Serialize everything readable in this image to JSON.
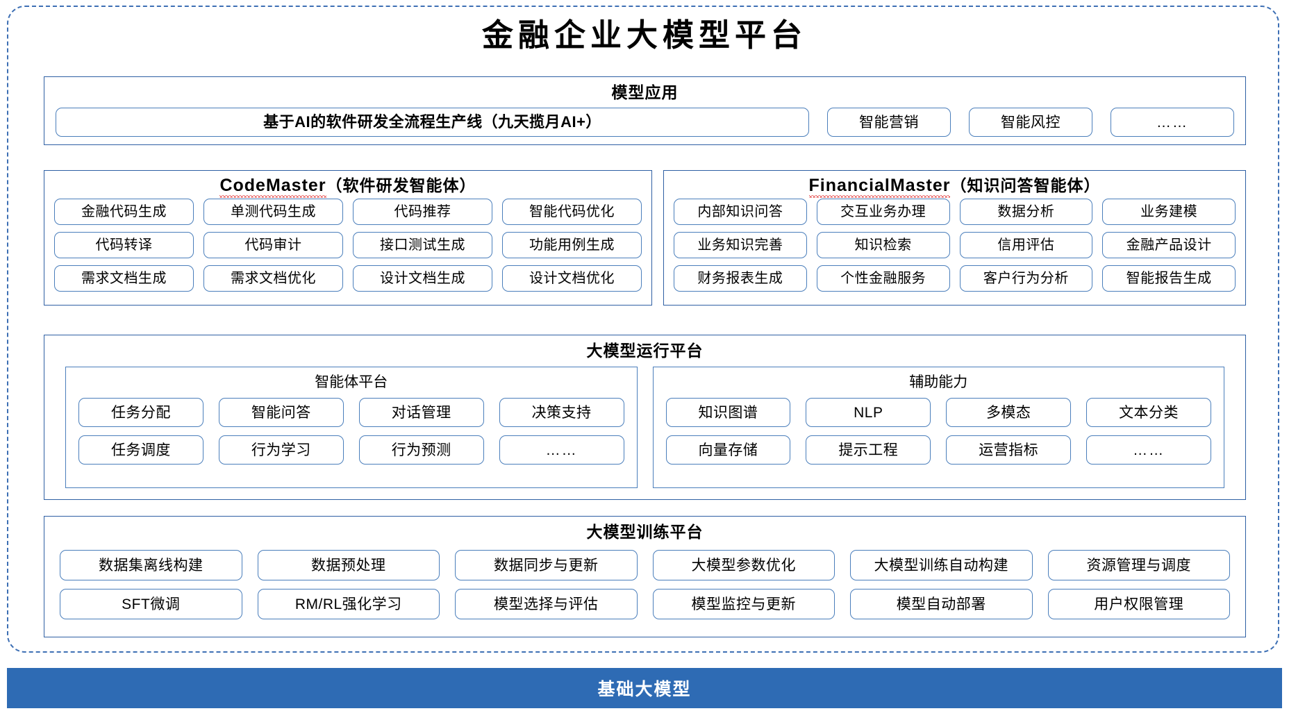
{
  "page": {
    "title": "金融企业大模型平台"
  },
  "colors": {
    "accent_blue": "#2e6bb4",
    "panel_border": "#2e5fa3",
    "pill_border": "#4a7ebb",
    "dashed_frame": "#3d6fb4",
    "spellcheck_red": "#e03030",
    "base_bar_bg": "#2e6bb4",
    "base_bar_text": "#ffffff"
  },
  "model_application": {
    "title": "模型应用",
    "banner": "基于AI的软件研发全流程生产线（九天揽月AI+）",
    "items": [
      "智能营销",
      "智能风控",
      "……"
    ]
  },
  "codemaster": {
    "title_en": "CodeMaster",
    "title_cn": "（软件研发智能体）",
    "rows": [
      [
        "金融代码生成",
        "单测代码生成",
        "代码推荐",
        "智能代码优化"
      ],
      [
        "代码转译",
        "代码审计",
        "接口测试生成",
        "功能用例生成"
      ],
      [
        "需求文档生成",
        "需求文档优化",
        "设计文档生成",
        "设计文档优化"
      ]
    ]
  },
  "financialmaster": {
    "title_en": "FinancialMaster",
    "title_cn": "（知识问答智能体）",
    "rows": [
      [
        "内部知识问答",
        "交互业务办理",
        "数据分析",
        "业务建模"
      ],
      [
        "业务知识完善",
        "知识检索",
        "信用评估",
        "金融产品设计"
      ],
      [
        "财务报表生成",
        "个性金融服务",
        "客户行为分析",
        "智能报告生成"
      ]
    ]
  },
  "runtime_platform": {
    "title": "大模型运行平台",
    "agent_platform": {
      "title": "智能体平台",
      "rows": [
        [
          "任务分配",
          "智能问答",
          "对话管理",
          "决策支持"
        ],
        [
          "任务调度",
          "行为学习",
          "行为预测",
          "……"
        ]
      ]
    },
    "auxiliary_capability": {
      "title": "辅助能力",
      "rows": [
        [
          "知识图谱",
          "NLP",
          "多模态",
          "文本分类"
        ],
        [
          "向量存储",
          "提示工程",
          "运营指标",
          "……"
        ]
      ]
    }
  },
  "training_platform": {
    "title": "大模型训练平台",
    "rows": [
      [
        "数据集离线构建",
        "数据预处理",
        "数据同步与更新",
        "大模型参数优化",
        "大模型训练自动构建",
        "资源管理与调度"
      ],
      [
        "SFT微调",
        "RM/RL强化学习",
        "模型选择与评估",
        "模型监控与更新",
        "模型自动部署",
        "用户权限管理"
      ]
    ]
  },
  "base_model": {
    "label": "基础大模型"
  }
}
